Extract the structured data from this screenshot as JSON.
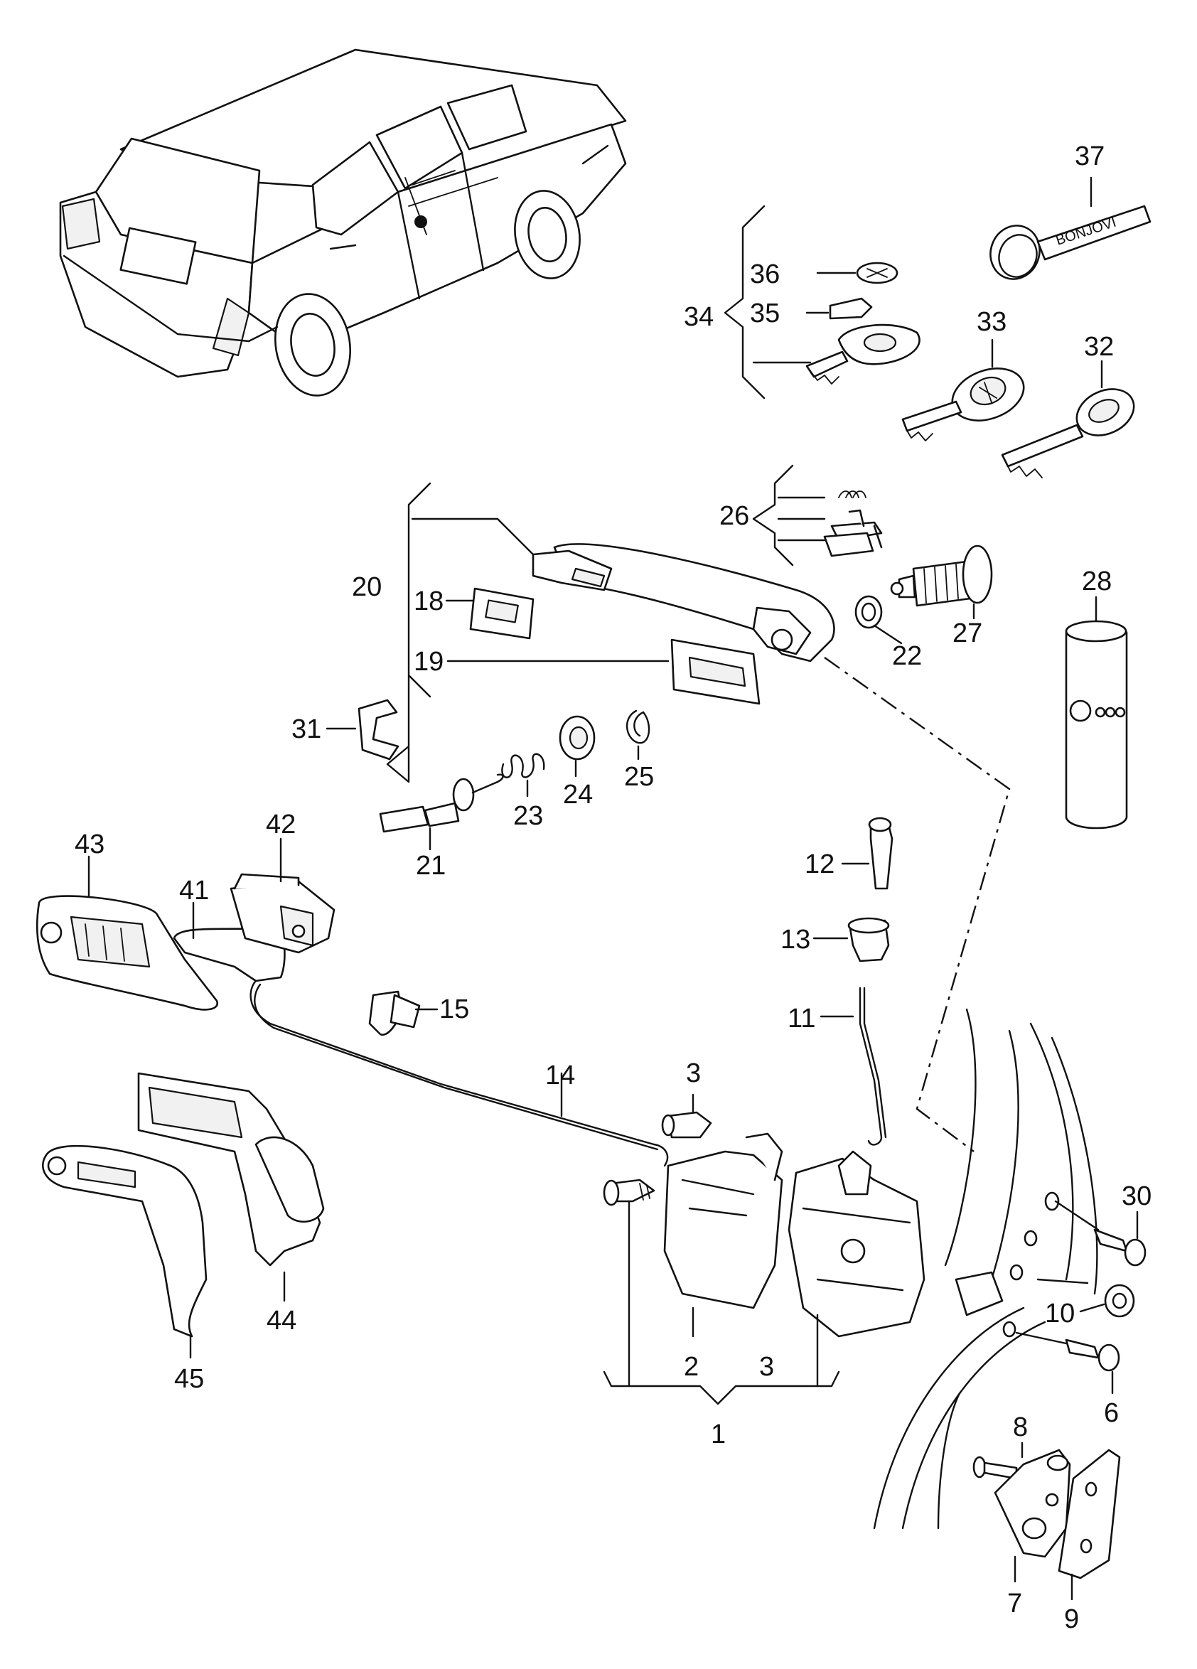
{
  "diagram": {
    "labels": {
      "l1": "1",
      "l2": "2",
      "l3a": "3",
      "l3b": "3",
      "l6": "6",
      "l7": "7",
      "l8": "8",
      "l9": "9",
      "l10": "10",
      "l11": "11",
      "l12": "12",
      "l13": "13",
      "l14": "14",
      "l15": "15",
      "l18": "18",
      "l19": "19",
      "l20": "20",
      "l21": "21",
      "l22": "22",
      "l23": "23",
      "l24": "24",
      "l25": "25",
      "l26": "26",
      "l27": "27",
      "l28": "28",
      "l30": "30",
      "l31": "31",
      "l32": "32",
      "l33": "33",
      "l34": "34",
      "l35": "35",
      "l36": "36",
      "l37": "37",
      "l41": "41",
      "l42": "42",
      "l43": "43",
      "l44": "44",
      "l45": "45"
    },
    "keyring_tag_text": "BONJOVI"
  }
}
